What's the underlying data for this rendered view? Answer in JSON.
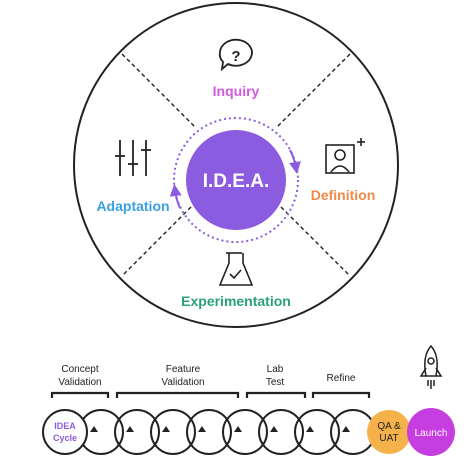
{
  "center": {
    "label": "I.D.E.A.",
    "color": "#8c5ce0"
  },
  "quadrants": {
    "top": {
      "label": "Inquiry",
      "color": "#d25ae0",
      "icon": "question-bubble-icon"
    },
    "right": {
      "label": "Definition",
      "color": "#f08a4b",
      "icon": "person-add-icon"
    },
    "bottom": {
      "label": "Experimentation",
      "color": "#2aa07a",
      "icon": "flask-icon"
    },
    "left": {
      "label": "Adaptation",
      "color": "#3aa0e0",
      "icon": "sliders-icon"
    }
  },
  "timeline": {
    "phases": [
      {
        "line1": "Concept",
        "line2": "Validation"
      },
      {
        "line1": "Feature",
        "line2": "Validation"
      },
      {
        "line1": "Lab",
        "line2": "Test"
      },
      {
        "line1": "Refine",
        "line2": ""
      }
    ],
    "start_node": {
      "line1": "IDEA",
      "line2": "Cycle",
      "color": "#8c5ce0"
    },
    "qa_node": {
      "line1": "QA &",
      "line2": "UAT",
      "color": "#f5b14a"
    },
    "launch_node": {
      "label": "Launch",
      "color": "#c63ee0"
    },
    "launch_icon": "rocket-icon"
  }
}
